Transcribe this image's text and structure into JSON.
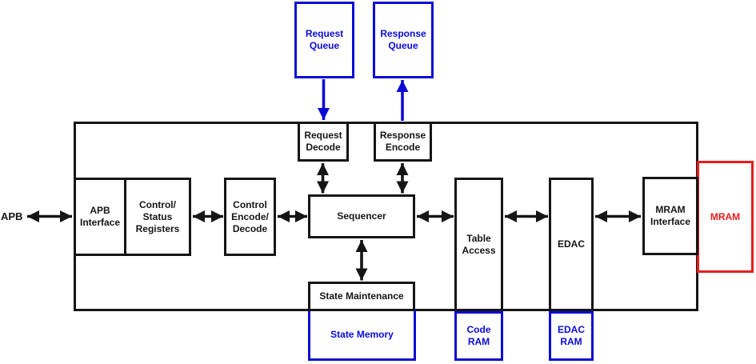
{
  "diagram_title": "mram-controller-block-diagram",
  "colors": {
    "ink": "#151515",
    "blue": "#0b0bd6",
    "red": "#e81c1c",
    "bg": "#ffffff"
  },
  "external": {
    "bus_label": "APB"
  },
  "queues": {
    "request_queue": "Request\nQueue",
    "response_queue": "Response\nQueue"
  },
  "blocks": {
    "request_decode": "Request\nDecode",
    "response_encode": "Response\nEncode",
    "apb_interface": "APB\nInterface",
    "control_status_registers": "Control/\nStatus\nRegisters",
    "control_encode_decode": "Control\nEncode/\nDecode",
    "sequencer": "Sequencer",
    "table_access": "Table\nAccess",
    "edac": "EDAC",
    "mram_interface": "MRAM\nInterface",
    "state_maintenance": "State Maintenance"
  },
  "memories": {
    "mram": "MRAM",
    "state_memory": "State Memory",
    "code_ram": "Code\nRAM",
    "edac_ram": "EDAC\nRAM"
  }
}
